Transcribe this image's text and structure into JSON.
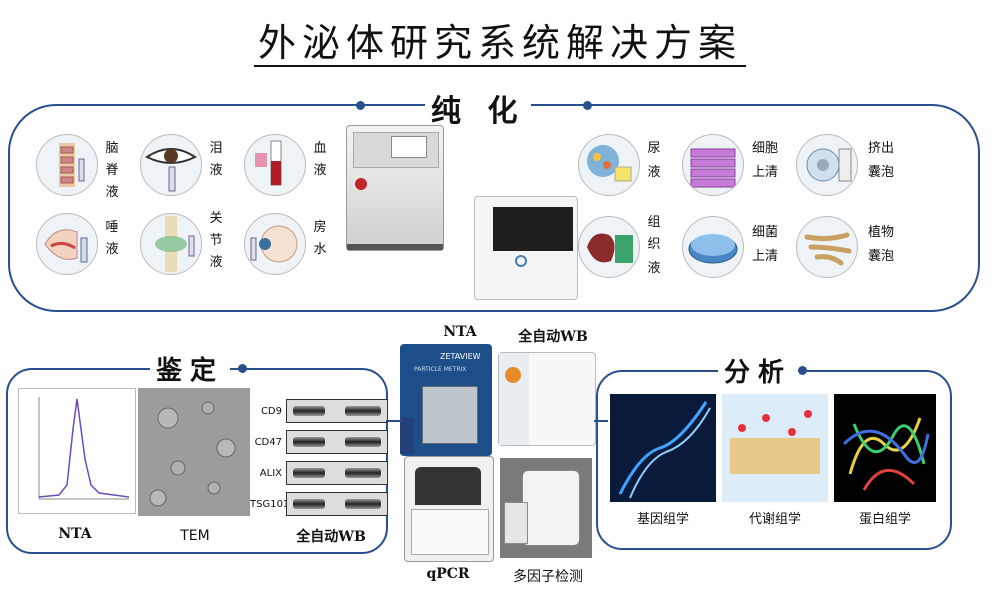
{
  "title": "外泌体研究系统解决方案",
  "purification": {
    "title": "纯  化",
    "left_items": [
      {
        "label": "脑脊液",
        "icon": "spine-icon"
      },
      {
        "label": "泪液",
        "icon": "eye-icon"
      },
      {
        "label": "血液",
        "icon": "blood-tube-icon"
      },
      {
        "label": "唾液",
        "icon": "mouth-icon"
      },
      {
        "label": "关节液",
        "icon": "joint-icon"
      },
      {
        "label": "房水",
        "icon": "eyeball-icon"
      }
    ],
    "right_items": [
      {
        "label_l1": "尿",
        "label_l2": "液",
        "icon": "urine-icon"
      },
      {
        "label_l1": "细胞",
        "label_l2": "上清",
        "icon": "cells-icon"
      },
      {
        "label_l1": "挤出",
        "label_l2": "囊泡",
        "icon": "vesicle-icon"
      },
      {
        "label_l1": "组织",
        "label_l2": "液",
        "icon": "tissue-icon"
      },
      {
        "label_l1": "细菌",
        "label_l2": "上清",
        "icon": "petri-dish-icon"
      },
      {
        "label_l1": "植物",
        "label_l2": "囊泡",
        "icon": "plant-root-icon"
      }
    ]
  },
  "identification": {
    "title": "鉴定",
    "captions": {
      "nta": "NTA",
      "tem": "TEM",
      "wb": "全自动WB"
    },
    "wb_markers": [
      "CD9",
      "CD47",
      "ALIX",
      "TSG101"
    ]
  },
  "instruments": {
    "nta_label": "NTA",
    "wb_label": "全自动WB",
    "qpcr_label": "qPCR",
    "multiplex_label": "多因子检测",
    "zetaview_brand": "ZETAVIEW",
    "particle_metrix": "PARTICLE METRIX"
  },
  "analysis": {
    "title": "分析",
    "items": [
      "基因组学",
      "代谢组学",
      "蛋白组学"
    ]
  },
  "colors": {
    "accent": "#2a4f8f"
  }
}
